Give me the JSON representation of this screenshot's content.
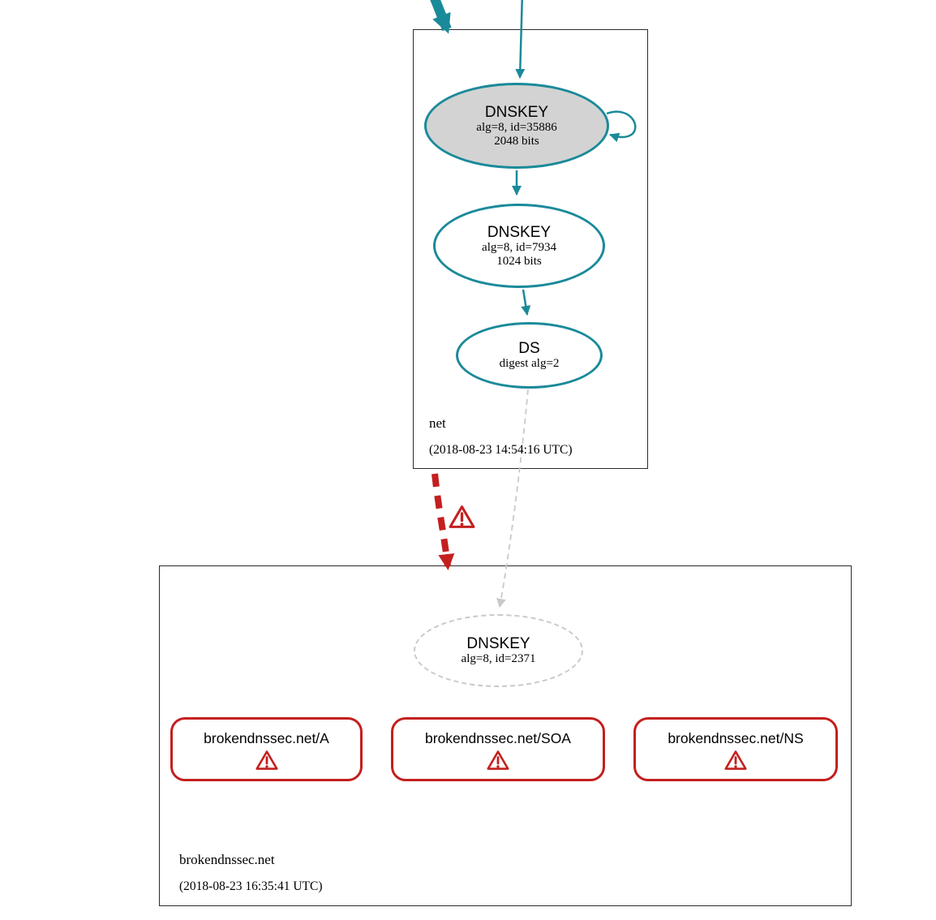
{
  "colors": {
    "secure": "#1a8a9a",
    "error": "#c41f1f",
    "node_fill": "#d3d3d3",
    "dashed": "#c9c9c9"
  },
  "zone_net": {
    "name": "net",
    "timestamp": "(2018-08-23 14:54:16 UTC)",
    "ksk": {
      "title": "DNSKEY",
      "meta": "alg=8, id=35886",
      "bits": "2048 bits"
    },
    "zsk": {
      "title": "DNSKEY",
      "meta": "alg=8, id=7934",
      "bits": "1024 bits"
    },
    "ds": {
      "title": "DS",
      "meta": "digest alg=2"
    }
  },
  "zone_broken": {
    "name": "brokendnssec.net",
    "timestamp": "(2018-08-23 16:35:41 UTC)",
    "dnskey": {
      "title": "DNSKEY",
      "meta": "alg=8, id=2371"
    },
    "rrsets": [
      {
        "label": "brokendnssec.net/A"
      },
      {
        "label": "brokendnssec.net/SOA"
      },
      {
        "label": "brokendnssec.net/NS"
      }
    ]
  },
  "icons": {
    "warning": "warning-triangle"
  }
}
